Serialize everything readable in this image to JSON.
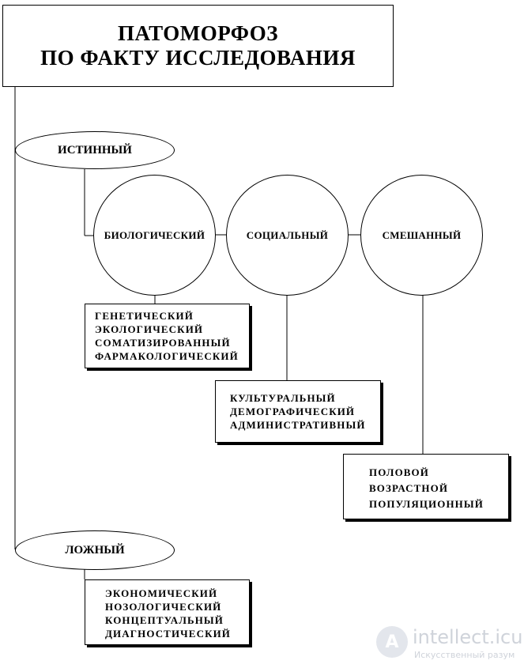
{
  "title": {
    "line1": "ПАТОМОРФОЗ",
    "line2": "ПО ФАКТУ ИССЛЕДОВАНИЯ"
  },
  "true_node": {
    "label": "ИСТИННЫЙ"
  },
  "false_node": {
    "label": "ЛОЖНЫЙ"
  },
  "categories": [
    {
      "label": "БИОЛОГИЧЕСКИЙ"
    },
    {
      "label": "СОЦИАЛЬНЫЙ"
    },
    {
      "label": "СМЕШАННЫЙ"
    }
  ],
  "lists": {
    "biological": [
      "ГЕНЕТИЧЕСКИЙ",
      "ЭКОЛОГИЧЕСКИЙ",
      "СОМАТИЗИРОВАННЫЙ",
      "ФАРМАКОЛОГИЧЕСКИЙ"
    ],
    "social": [
      "КУЛЬТУРАЛЬНЫЙ",
      "ДЕМОГРАФИЧЕСКИЙ",
      "АДМИНИСТРАТИВНЫЙ"
    ],
    "mixed": [
      "ПОЛОВОЙ",
      "ВОЗРАСТНОЙ",
      "ПОПУЛЯЦИОННЫЙ"
    ],
    "false": [
      "ЭКОНОМИЧЕСКИЙ",
      "НОЗОЛОГИЧЕСКИЙ",
      "КОНЦЕПТУАЛЬНЫЙ",
      "ДИАГНОСТИЧЕСКИЙ"
    ]
  },
  "watermark": {
    "logo": "A",
    "name": "intellect.icu",
    "tagline": "Искусственный разум"
  }
}
